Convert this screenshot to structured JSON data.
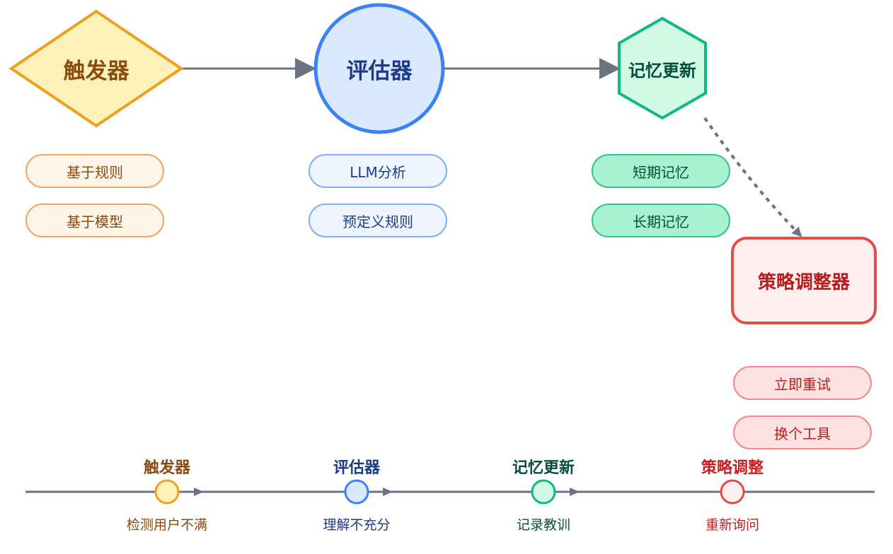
{
  "colors": {
    "orange": "#f0a020",
    "blue": "#3b82f6",
    "green": "#10b981",
    "red": "#ef4444",
    "arrow": "#6b7280"
  },
  "nodes": {
    "trigger": {
      "label": "触发器",
      "shape": "diamond"
    },
    "evaluator": {
      "label": "评估器",
      "shape": "circle"
    },
    "memory": {
      "label": "记忆更新",
      "shape": "hexagon"
    },
    "strategy": {
      "label": "策略调整器",
      "shape": "rounded-rect"
    }
  },
  "sub_items": {
    "trigger": [
      "基于规则",
      "基于模型"
    ],
    "evaluator": [
      "LLM分析",
      "预定义规则"
    ],
    "memory": [
      "短期记忆",
      "长期记忆"
    ],
    "strategy": [
      "立即重试",
      "换个工具"
    ]
  },
  "timeline": [
    {
      "title": "触发器",
      "desc": "检测用户不满"
    },
    {
      "title": "评估器",
      "desc": "理解不充分"
    },
    {
      "title": "记忆更新",
      "desc": "记录教训"
    },
    {
      "title": "策略调整",
      "desc": "重新询问"
    }
  ]
}
